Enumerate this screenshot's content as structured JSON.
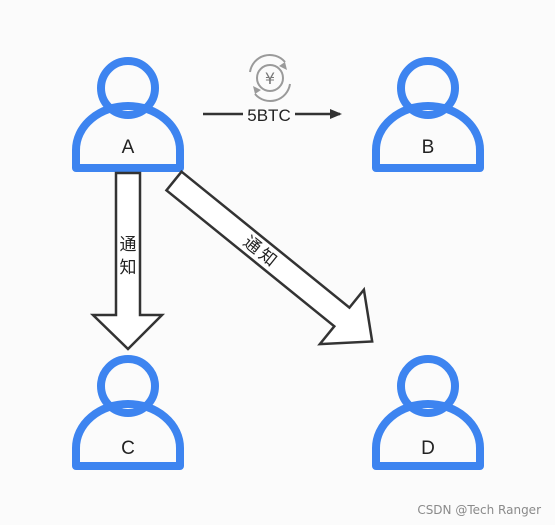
{
  "users": {
    "a": {
      "label": "A"
    },
    "b": {
      "label": "B"
    },
    "c": {
      "label": "C"
    },
    "d": {
      "label": "D"
    }
  },
  "transfer": {
    "amount": "5BTC",
    "currency_symbol": "¥"
  },
  "notifications": {
    "to_c": {
      "char1": "通",
      "char2": "知"
    },
    "to_d": {
      "char1": "通",
      "char2": "知"
    }
  },
  "watermark": "CSDN @Tech Ranger",
  "colors": {
    "user_icon": "#3d84f0",
    "arrow_stroke": "#333333",
    "arrow_fill": "#ffffff",
    "background": "#fbfbfb",
    "coin_icon": "#9a9a9a"
  }
}
